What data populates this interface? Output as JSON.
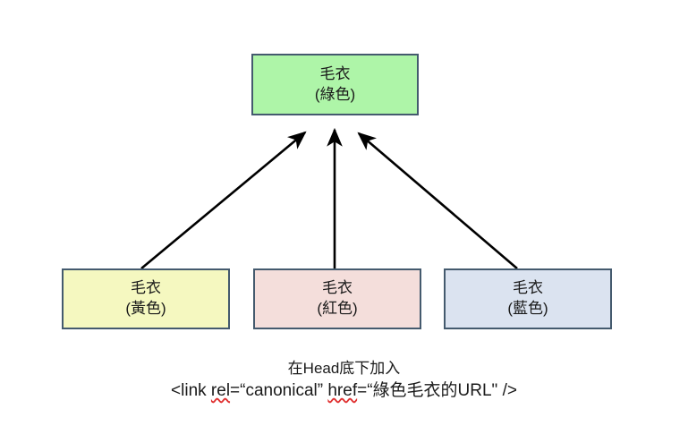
{
  "diagram": {
    "title_node": {
      "id": "green",
      "line1": "毛衣",
      "line2": "(綠色)",
      "fill": "#AEF5A8",
      "border": "#445A6E"
    },
    "source_nodes": [
      {
        "id": "yellow",
        "line1": "毛衣",
        "line2": "(黃色)",
        "fill": "#F5F8C0",
        "border": "#445A6E"
      },
      {
        "id": "red",
        "line1": "毛衣",
        "line2": "(紅色)",
        "fill": "#F4DEDB",
        "border": "#445A6E"
      },
      {
        "id": "blue",
        "line1": "毛衣",
        "line2": "(藍色)",
        "fill": "#DBE3F0",
        "border": "#445A6E"
      }
    ],
    "arrows": [
      {
        "name": "arrow-yellow-to-green",
        "from": "yellow",
        "to": "green"
      },
      {
        "name": "arrow-red-to-green",
        "from": "red",
        "to": "green"
      },
      {
        "name": "arrow-blue-to-green",
        "from": "blue",
        "to": "green"
      }
    ],
    "arrow_color": "#000000"
  },
  "caption": {
    "line1": "在Head底下加入",
    "line2_part1": "<link ",
    "line2_rel": "rel",
    "line2_part2": "=“canonical” ",
    "line2_href": "href",
    "line2_part3": "=“綠色毛衣的URL\" />"
  }
}
